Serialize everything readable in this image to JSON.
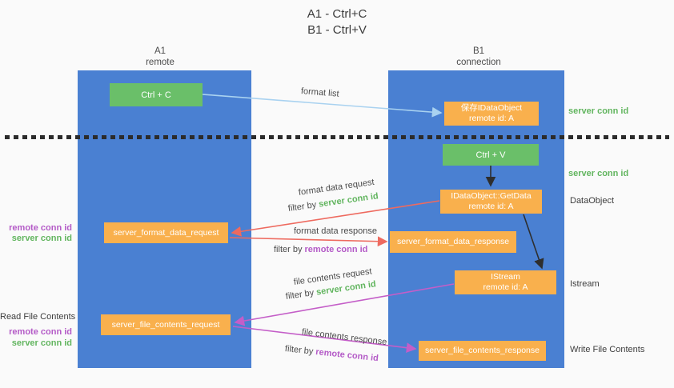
{
  "title": {
    "line1": "A1 - Ctrl+C",
    "line2": "B1 - Ctrl+V"
  },
  "lanes": {
    "left": {
      "name": "A1",
      "role": "remote"
    },
    "right": {
      "name": "B1",
      "role": "connection"
    }
  },
  "nodes": {
    "ctrl_c": {
      "label": "Ctrl + C"
    },
    "ctrl_v": {
      "label": "Ctrl + V"
    },
    "save_dataobject": {
      "line1": "保存IDataObject",
      "line2": "remote id: A"
    },
    "getdata": {
      "line1": "IDataObject::GetData",
      "line2": "remote id: A"
    },
    "istream": {
      "line1": "IStream",
      "line2": "remote id: A"
    },
    "format_request": {
      "label": "server_format_data_request"
    },
    "format_response": {
      "label": "server_format_data_response"
    },
    "file_request": {
      "label": "server_file_contents_request"
    },
    "file_response": {
      "label": "server_file_contents_response"
    }
  },
  "edges": {
    "format_list": {
      "label": "format list"
    },
    "format_data_request": {
      "label": "format data request",
      "filter_prefix": "filter by",
      "filter_key": "server conn id"
    },
    "format_data_response": {
      "label": "format data response",
      "filter_prefix": "filter by",
      "filter_key": "remote conn id"
    },
    "file_contents_request": {
      "label": "file contents request",
      "filter_prefix": "filter by",
      "filter_key": "server conn id"
    },
    "file_contents_response": {
      "label": "file contents response",
      "filter_prefix": "filter by",
      "filter_key": "remote conn id"
    }
  },
  "annotations": {
    "right_top_server_conn_id": "server conn id",
    "right_mid_server_conn_id": "server conn id",
    "dataobject": "DataObject",
    "istream": "Istream",
    "write_file_contents": "Write File Contents",
    "left_remote_conn_id_1": "remote conn id",
    "left_server_conn_id_1": "server conn id",
    "read_file_contents": "Read File Contents",
    "left_remote_conn_id_2": "remote conn id",
    "left_server_conn_id_2": "server conn id"
  },
  "colors": {
    "lane": "#4a80d2",
    "box_green": "#6abf69",
    "box_orange": "#f9b04d",
    "arrow_blue": "#a9d2f0",
    "arrow_red": "#ee6a5f",
    "arrow_magenta": "#c45ec8",
    "arrow_black": "#2e2e2e",
    "green_text": "#62b55f",
    "purple_text": "#b45bc7",
    "divider": "#2b2b2b"
  }
}
